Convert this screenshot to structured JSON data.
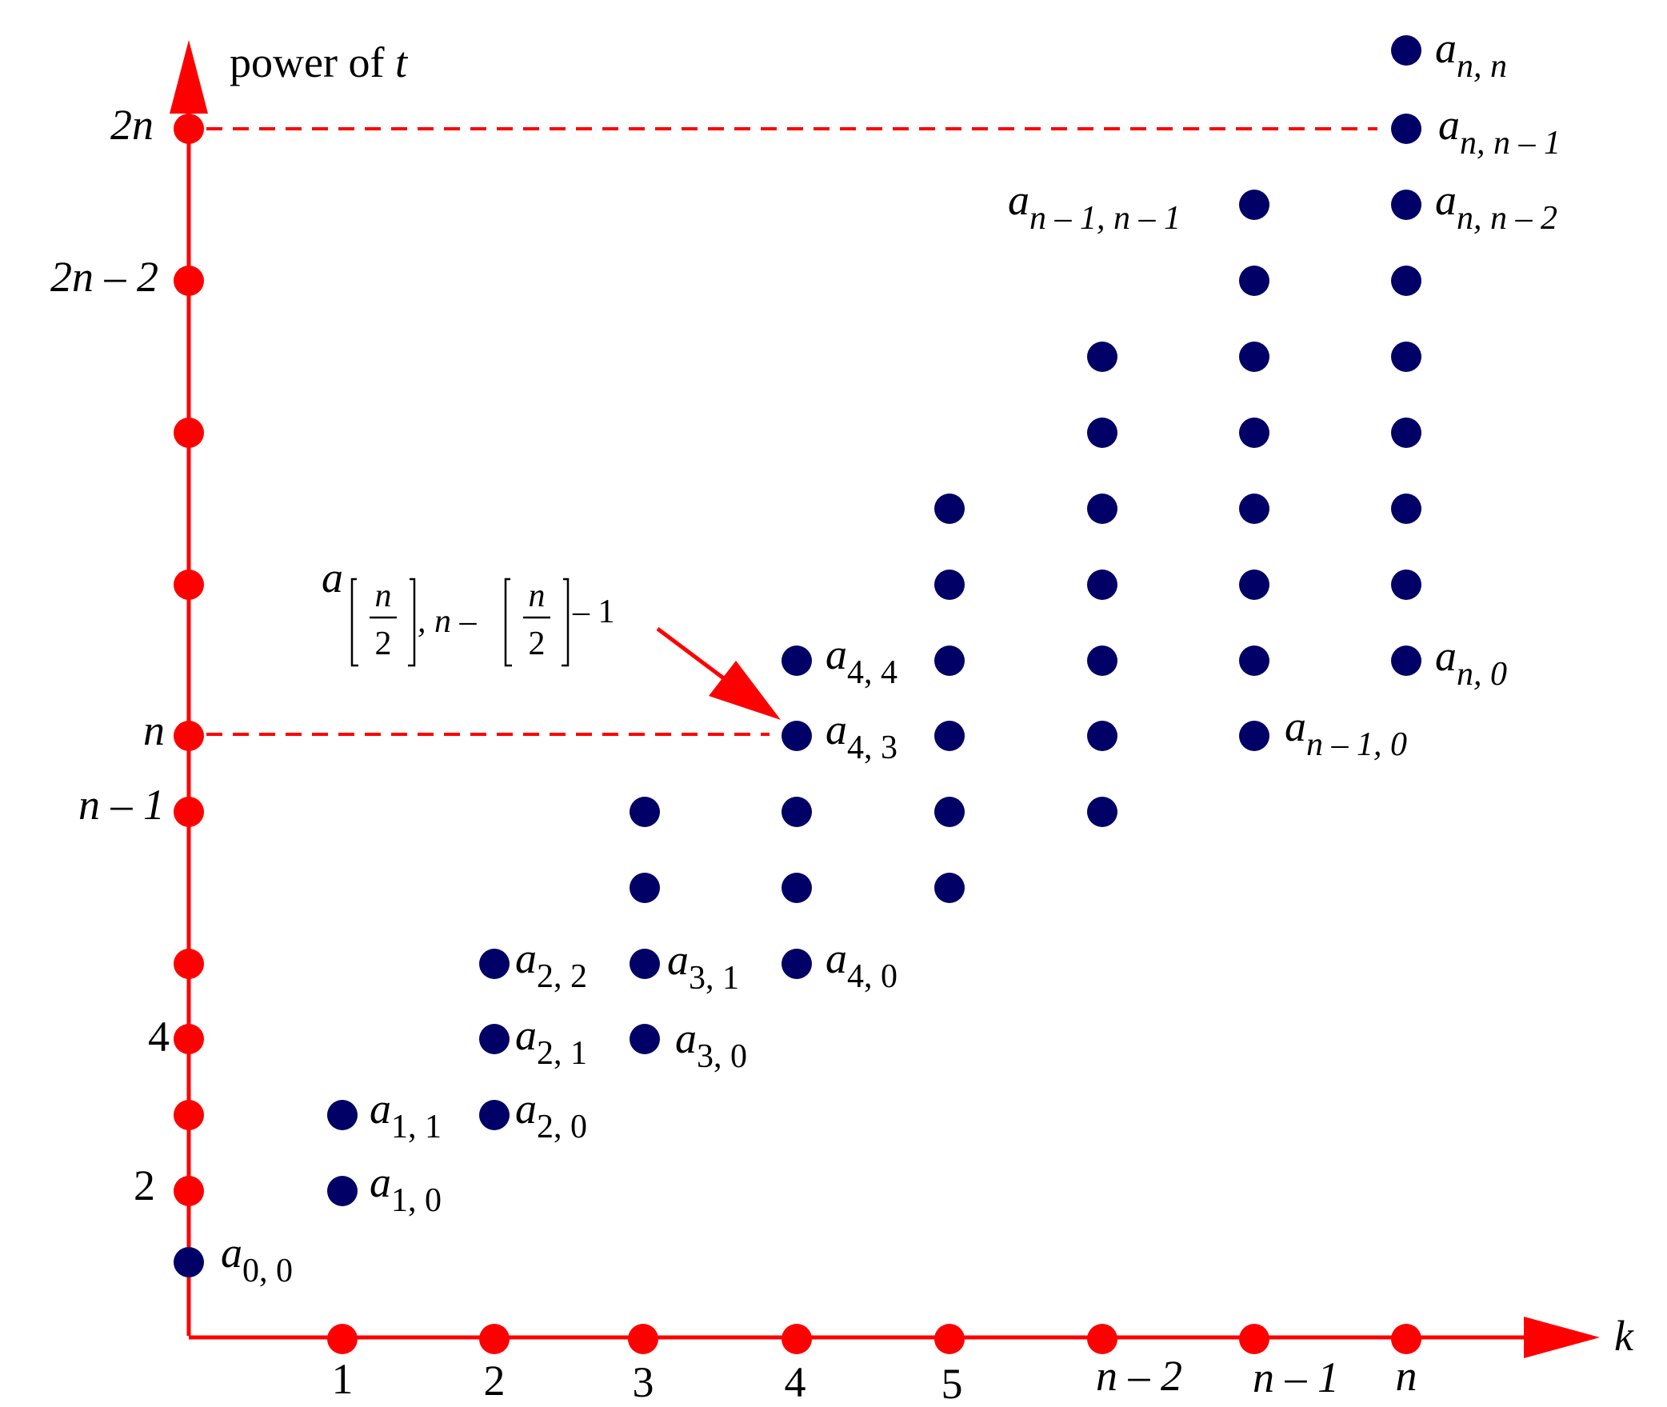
{
  "colors": {
    "axis": "#ff0000",
    "point": "#000066",
    "background": "#ffffff"
  },
  "axes": {
    "y_title": {
      "main": "power of ",
      "var": "t"
    },
    "x_title": "k",
    "y_ticks": [
      {
        "text": "2n",
        "value": "2n"
      },
      {
        "text": "2n – 2",
        "value": "2n-2"
      },
      {
        "text": "n",
        "value": "n"
      },
      {
        "text": "n – 1",
        "value": "n-1"
      },
      {
        "text": "4",
        "value": "4"
      },
      {
        "text": "2",
        "value": "2"
      }
    ],
    "x_ticks": [
      "1",
      "2",
      "3",
      "4",
      "5",
      "n – 2",
      "n – 1",
      "n"
    ]
  },
  "annotation": {
    "base": "a",
    "frac_num": "n",
    "frac_den": "2",
    "sep": ", n –",
    "tail": "– 1",
    "target": "a₄,₃"
  },
  "point_labels": {
    "a00": {
      "base": "a",
      "sub": "0, 0"
    },
    "a10": {
      "base": "a",
      "sub": "1, 0"
    },
    "a11": {
      "base": "a",
      "sub": "1, 1"
    },
    "a20": {
      "base": "a",
      "sub": "2, 0"
    },
    "a21": {
      "base": "a",
      "sub": "2, 1"
    },
    "a22": {
      "base": "a",
      "sub": "2, 2"
    },
    "a30": {
      "base": "a",
      "sub": "3, 0"
    },
    "a31": {
      "base": "a",
      "sub": "3, 1"
    },
    "a40": {
      "base": "a",
      "sub": "4, 0"
    },
    "a43": {
      "base": "a",
      "sub": "4, 3"
    },
    "a44": {
      "base": "a",
      "sub": "4, 4"
    },
    "an_1_0": {
      "base": "a",
      "sub": "n – 1, 0"
    },
    "an_1_n_1": {
      "base": "a",
      "sub": "n – 1, n – 1"
    },
    "an0": {
      "base": "a",
      "sub": "n, 0"
    },
    "ann_2": {
      "base": "a",
      "sub": "n, n – 2"
    },
    "ann_1": {
      "base": "a",
      "sub": "n, n – 1"
    },
    "ann": {
      "base": "a",
      "sub": "n, n"
    }
  }
}
